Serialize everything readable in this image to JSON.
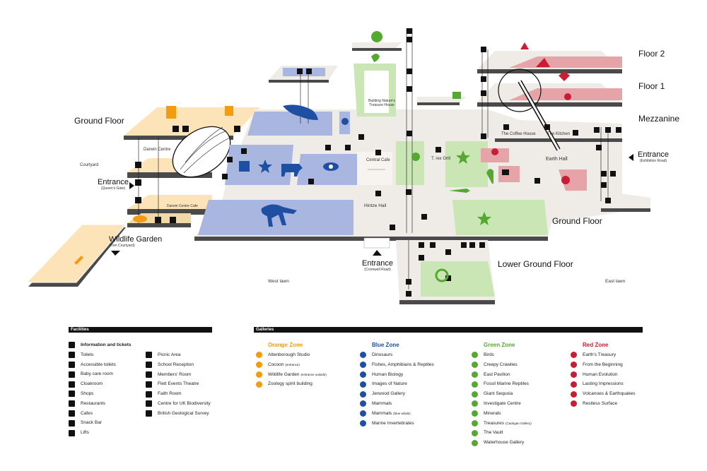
{
  "floors": {
    "ground_floor_left": "Ground Floor",
    "floor_2": "Floor 2",
    "floor_1": "Floor 1",
    "mezzanine": "Mezzanine",
    "ground_floor_right": "Ground Floor",
    "lower_ground_floor": "Lower Ground Floor"
  },
  "places": {
    "darwin_centre": "Darwin Centre",
    "courtyard": "Courtyard",
    "darwin_centre_cafe": "Darwin Centre Cafe",
    "central_cafe": "Central Cafe",
    "hintze_hall": "Hintze Hall",
    "t_rex_grill": "T. rex Grill",
    "coffee_house": "The Coffee House",
    "kitchen": "The Kitchen",
    "earth_hall": "Earth Hall",
    "treasure_house": "Building Nature's Treasure House",
    "west_lawn": "West lawn",
    "east_lawn": "East lawn"
  },
  "entrances": {
    "queens_gate": {
      "label": "Entrance",
      "sub": "(Queen's Gate)"
    },
    "exhibition_road": {
      "label": "Entrance",
      "sub": "(Exhibition Road)"
    },
    "cromwell_road": {
      "label": "Entrance",
      "sub": "(Cromwell Road)"
    },
    "wildlife_garden": {
      "label": "Wildlife Garden",
      "sub": "(from Courtyard)"
    }
  },
  "legend": {
    "facilities_title": "Facilities",
    "galleries_title": "Galleries",
    "facilities_col1": [
      {
        "icon": "info-icon",
        "label": "Information and tickets",
        "bold": true
      },
      {
        "icon": "toilets-icon",
        "label": "Toilets"
      },
      {
        "icon": "accessible-toilets-icon",
        "label": "Accessible toilets"
      },
      {
        "icon": "baby-care-icon",
        "label": "Baby care room"
      },
      {
        "icon": "cloakroom-icon",
        "label": "Cloakroom"
      },
      {
        "icon": "shops-icon",
        "label": "Shops"
      },
      {
        "icon": "restaurants-icon",
        "label": "Restaurants"
      },
      {
        "icon": "cafes-icon",
        "label": "Cafes"
      },
      {
        "icon": "snack-bar-icon",
        "label": "Snack Bar"
      },
      {
        "icon": "lifts-icon",
        "label": "Lifts"
      }
    ],
    "facilities_col2": [
      {
        "icon": "picnic-icon",
        "label": "Picnic Area"
      },
      {
        "icon": "school-reception-icon",
        "label": "School Reception"
      },
      {
        "icon": "members-room-icon",
        "label": "Members' Room"
      },
      {
        "icon": "theatre-icon",
        "label": "Flett Events Theatre"
      },
      {
        "icon": "faith-room-icon",
        "label": "Faith Room"
      },
      {
        "icon": "ukb-icon",
        "label": "Centre for UK Biodiversity"
      },
      {
        "icon": "bgs-icon",
        "label": "British Geological Survey"
      }
    ],
    "zones": [
      {
        "name": "Orange Zone",
        "color": "#f39c12",
        "items": [
          {
            "icon": "cocoon-icon",
            "label": "Attenborough Studio"
          },
          {
            "icon": "cocoon-shape-icon",
            "label": "Cocoon",
            "note": "(entrance)"
          },
          {
            "icon": "dragonfly-icon",
            "label": "Wildlife Garden",
            "note": "(entrance outside)"
          },
          {
            "icon": "zoology-icon",
            "label": "Zoology spirit building"
          }
        ]
      },
      {
        "name": "Blue Zone",
        "color": "#1f4fa3",
        "items": [
          {
            "icon": "dinosaur-icon",
            "label": "Dinosaurs"
          },
          {
            "icon": "fish-icon",
            "label": "Fishes, Amphibians & Reptiles"
          },
          {
            "icon": "human-biology-icon",
            "label": "Human Biology"
          },
          {
            "icon": "eye-icon",
            "label": "Images of Nature"
          },
          {
            "icon": "star-icon",
            "label": "Jerwood Gallery"
          },
          {
            "icon": "tiger-icon",
            "label": "Mammals"
          },
          {
            "icon": "whale-icon",
            "label": "Mammals",
            "note": "(blue whale)"
          },
          {
            "icon": "octopus-icon",
            "label": "Marine Invertebrates"
          }
        ]
      },
      {
        "name": "Green Zone",
        "color": "#55a832",
        "items": [
          {
            "icon": "bird-icon",
            "label": "Birds"
          },
          {
            "icon": "insect-icon",
            "label": "Creepy Crawlies"
          },
          {
            "icon": "star-icon",
            "label": "East Pavilion"
          },
          {
            "icon": "fossil-icon",
            "label": "Fossil Marine Reptiles"
          },
          {
            "icon": "sequoia-icon",
            "label": "Giant Sequoia"
          },
          {
            "icon": "magnifier-icon",
            "label": "Investigate Centre"
          },
          {
            "icon": "mineral-icon",
            "label": "Minerals"
          },
          {
            "icon": "treasure-icon",
            "label": "Treasures",
            "note": "(Cadogan Gallery)"
          },
          {
            "icon": "vault-icon",
            "label": "The Vault"
          },
          {
            "icon": "star-icon",
            "label": "Waterhouse Gallery"
          }
        ]
      },
      {
        "name": "Red Zone",
        "color": "#c81d32",
        "items": [
          {
            "icon": "gem-icon",
            "label": "Earth's Treasury"
          },
          {
            "icon": "clock-icon",
            "label": "From the Beginning"
          },
          {
            "icon": "head-icon",
            "label": "Human Evolution"
          },
          {
            "icon": "lasting-icon",
            "label": "Lasting Impressions"
          },
          {
            "icon": "volcano-icon",
            "label": "Volcanoes & Earthquakes"
          },
          {
            "icon": "restless-icon",
            "label": "Restless Surface"
          }
        ]
      }
    ]
  },
  "colors": {
    "orange": "#fde4b8",
    "blue": "#a9b6df",
    "green": "#c9e6b4",
    "red": "#e6a3a8",
    "floor": "#efebe6",
    "wall": "#4a4a4a"
  }
}
